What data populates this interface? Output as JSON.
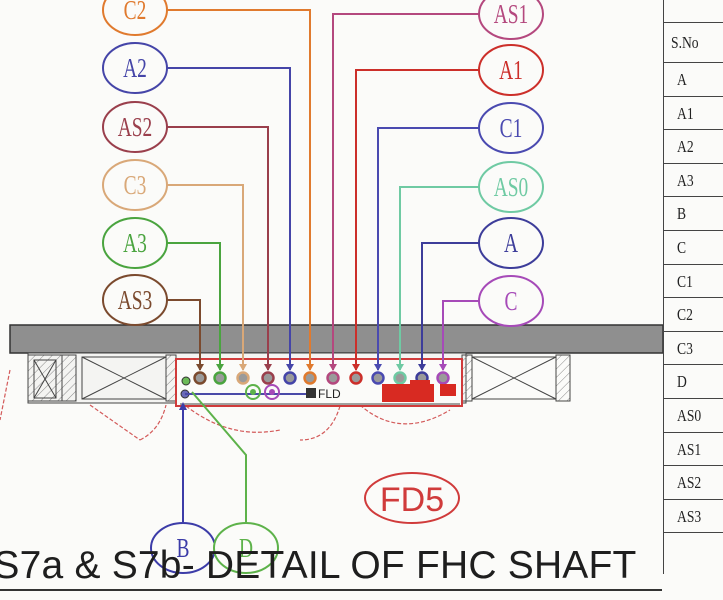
{
  "title": "S7a & S7b- DETAIL OF FHC SHAFT",
  "left_bubbles": [
    {
      "label": "C2",
      "color": "#e07a2e"
    },
    {
      "label": "A2",
      "color": "#4545a8"
    },
    {
      "label": "AS2",
      "color": "#9a3f4c"
    },
    {
      "label": "C3",
      "color": "#d9a878"
    },
    {
      "label": "A3",
      "color": "#4aa43f"
    },
    {
      "label": "AS3",
      "color": "#7b4a2e"
    }
  ],
  "right_bubbles": [
    {
      "label": "AS1",
      "color": "#b4487e"
    },
    {
      "label": "A1",
      "color": "#cc2f2a"
    },
    {
      "label": "C1",
      "color": "#4a4ab0"
    },
    {
      "label": "AS0",
      "color": "#6fcaa3"
    },
    {
      "label": "A",
      "color": "#3d3d9a"
    },
    {
      "label": "C",
      "color": "#a64ab8"
    }
  ],
  "bottom_bubbles": [
    {
      "label": "B",
      "color": "#3c3ca8"
    },
    {
      "label": "D",
      "color": "#5db24a"
    }
  ],
  "fire_damper_label": "FD5",
  "fld_label": "FLD",
  "table": {
    "header": "S.No",
    "rows": [
      "A",
      "A1",
      "A2",
      "A3",
      "B",
      "C",
      "C1",
      "C2",
      "C3",
      "D",
      "AS0",
      "AS1",
      "AS2",
      "AS3"
    ]
  }
}
